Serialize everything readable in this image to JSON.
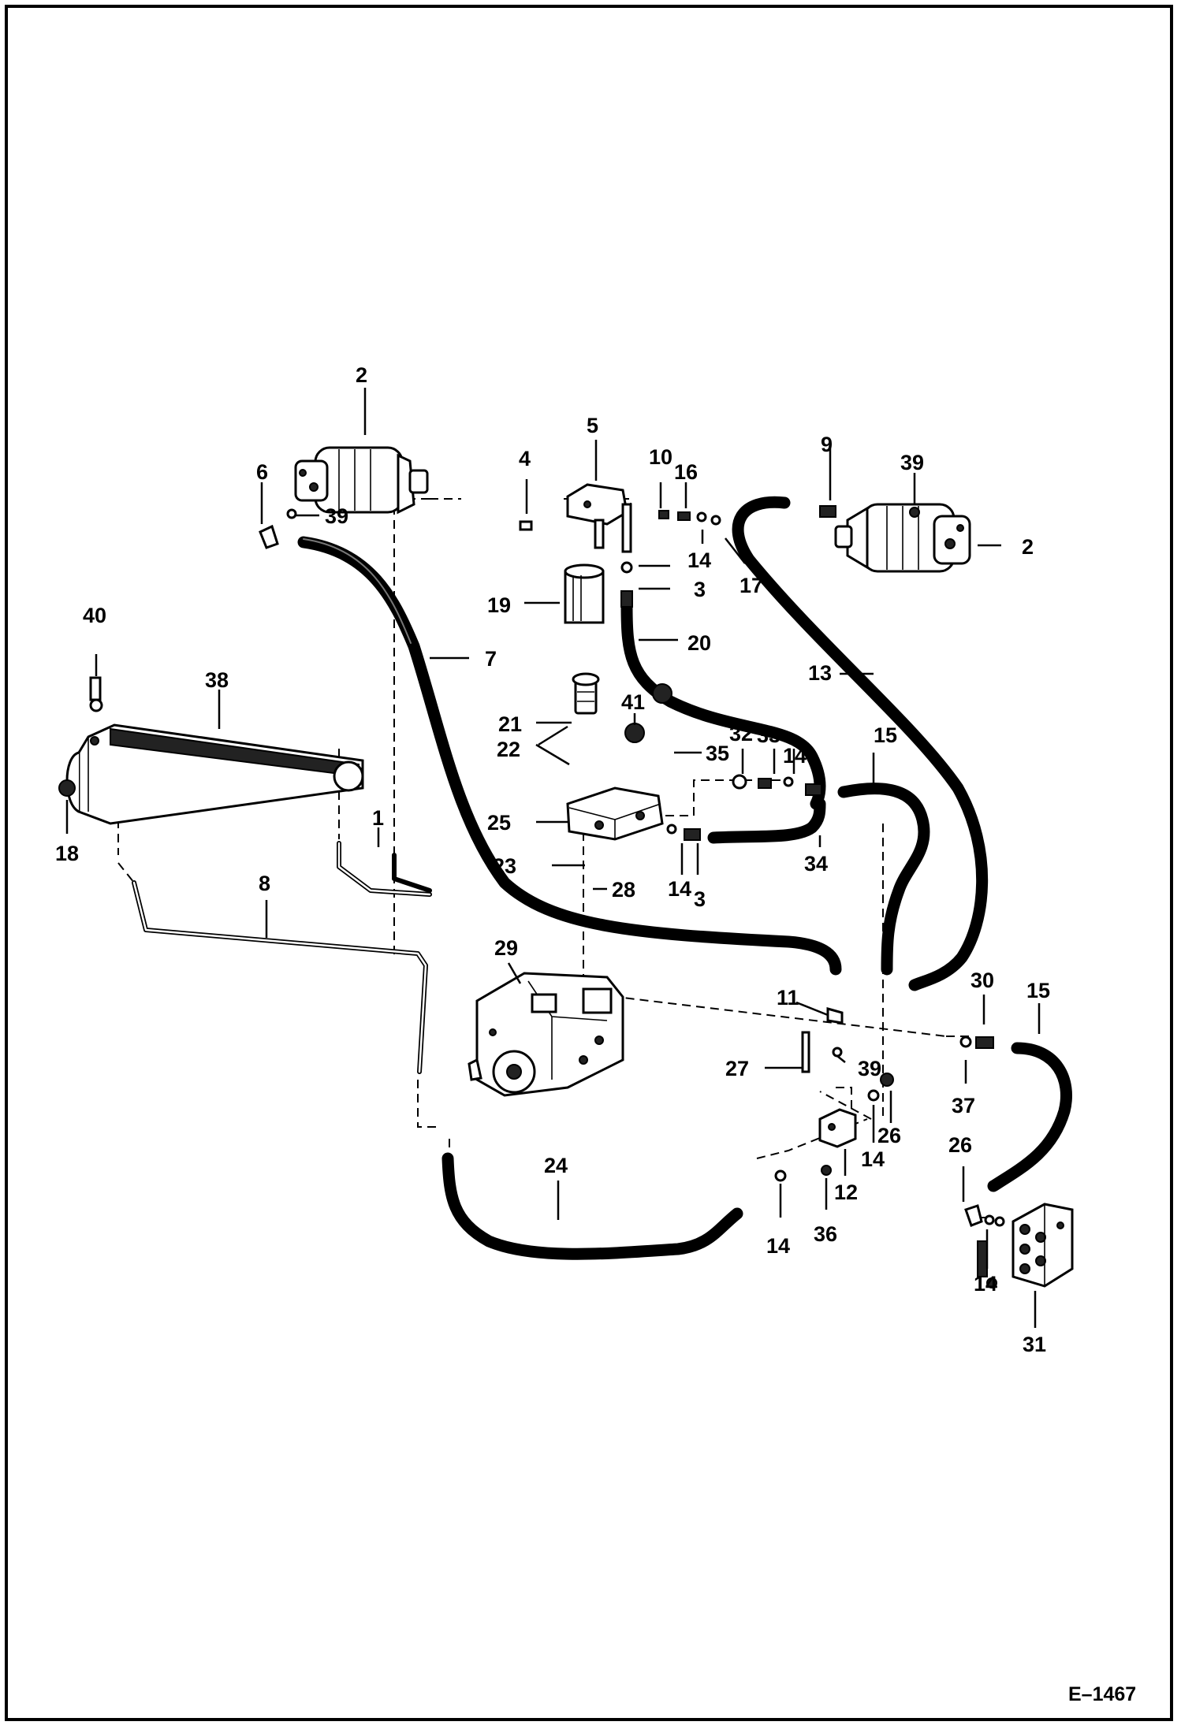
{
  "figure_id": "E–1467",
  "labels": {
    "l1": "1",
    "l2a": "2",
    "l2b": "2",
    "l3a": "3",
    "l3b": "3",
    "l4": "4",
    "l5": "5",
    "l6": "6",
    "l7": "7",
    "l8": "8",
    "l9": "9",
    "l10": "10",
    "l11": "11",
    "l12": "12",
    "l13": "13",
    "l14a": "14",
    "l14b": "14",
    "l14c": "14",
    "l14d": "14",
    "l14e": "14",
    "l14f": "14",
    "l15a": "15",
    "l15b": "15",
    "l16": "16",
    "l17": "17",
    "l18": "18",
    "l19": "19",
    "l20": "20",
    "l21": "21",
    "l22": "22",
    "l23": "23",
    "l24": "24",
    "l25": "25",
    "l26a": "26",
    "l26b": "26",
    "l27": "27",
    "l28": "28",
    "l29": "29",
    "l30": "30",
    "l31": "31",
    "l32": "32",
    "l33": "33",
    "l34": "34",
    "l35": "35",
    "l36": "36",
    "l37": "37",
    "l38": "38",
    "l39a": "39",
    "l39b": "39",
    "l39c": "39",
    "l40": "40",
    "l41": "41"
  }
}
